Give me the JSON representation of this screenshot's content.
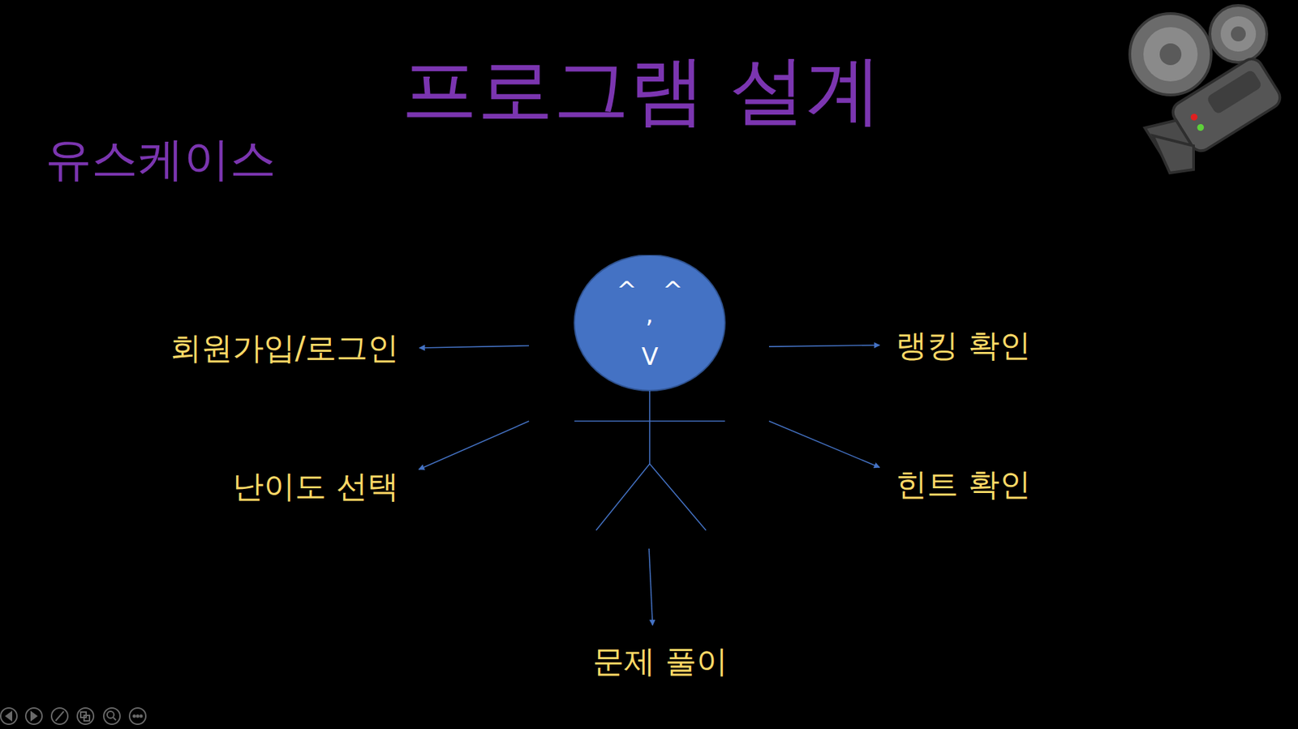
{
  "diagram": {
    "title": "프로그램 설계",
    "nodes": [
      {
        "text": [
          "^",
          "^",
          ",",
          "V"
        ]
      },
      {
        "text": [
          "회원가입/로그인"
        ]
      },
      {
        "text": [
          "랭킹 확인"
        ]
      },
      {
        "text": [
          "난이도 선택"
        ]
      },
      {
        "text": [
          "힌트 확인"
        ]
      },
      {
        "text": [
          "문제 풀이"
        ]
      }
    ],
    "edges": [
      {
        "from": 0,
        "to": 1,
        "arrow": "to"
      },
      {
        "from": 0,
        "to": 2,
        "arrow": "to"
      },
      {
        "from": 0,
        "to": 3,
        "arrow": "to"
      },
      {
        "from": 0,
        "to": 4,
        "arrow": "to"
      },
      {
        "from": 0,
        "to": 5,
        "arrow": "to"
      }
    ],
    "labels": [
      "유스케이스"
    ]
  }
}
